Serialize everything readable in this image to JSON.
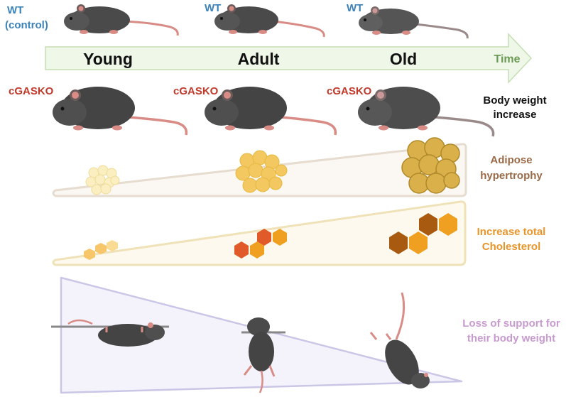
{
  "colors": {
    "wt_label": "#3b82b8",
    "cgasko_label": "#c0392b",
    "arrow_fill": "#eef7e8",
    "arrow_stroke": "#c5deb2",
    "time_label": "#6a9a55",
    "adipose_label": "#9a6a48",
    "cholesterol_label": "#e8952a",
    "support_label": "#c89ad0",
    "mouse_body": "#4a4a4a",
    "mouse_tail": "#d88c85"
  },
  "wt_row": {
    "labels": [
      {
        "line1": "WT",
        "line2": "(control)"
      },
      {
        "line1": "WT",
        "line2": ""
      },
      {
        "line1": "WT",
        "line2": ""
      }
    ]
  },
  "timeline": {
    "stages": [
      "Young",
      "Adult",
      "Old"
    ],
    "arrow_label": "Time"
  },
  "cgasko_row": {
    "labels": [
      "cGASKO",
      "cGASKO",
      "cGASKO"
    ]
  },
  "side_labels": {
    "body_weight": {
      "line1": "Body weight",
      "line2": "increase"
    },
    "adipose": {
      "line1": "Adipose",
      "line2": "hypertrophy"
    },
    "cholesterol": {
      "line1": "Increase total",
      "line2": "Cholesterol"
    },
    "support": {
      "line1": "Loss of support for",
      "line2": "their body weight"
    }
  }
}
